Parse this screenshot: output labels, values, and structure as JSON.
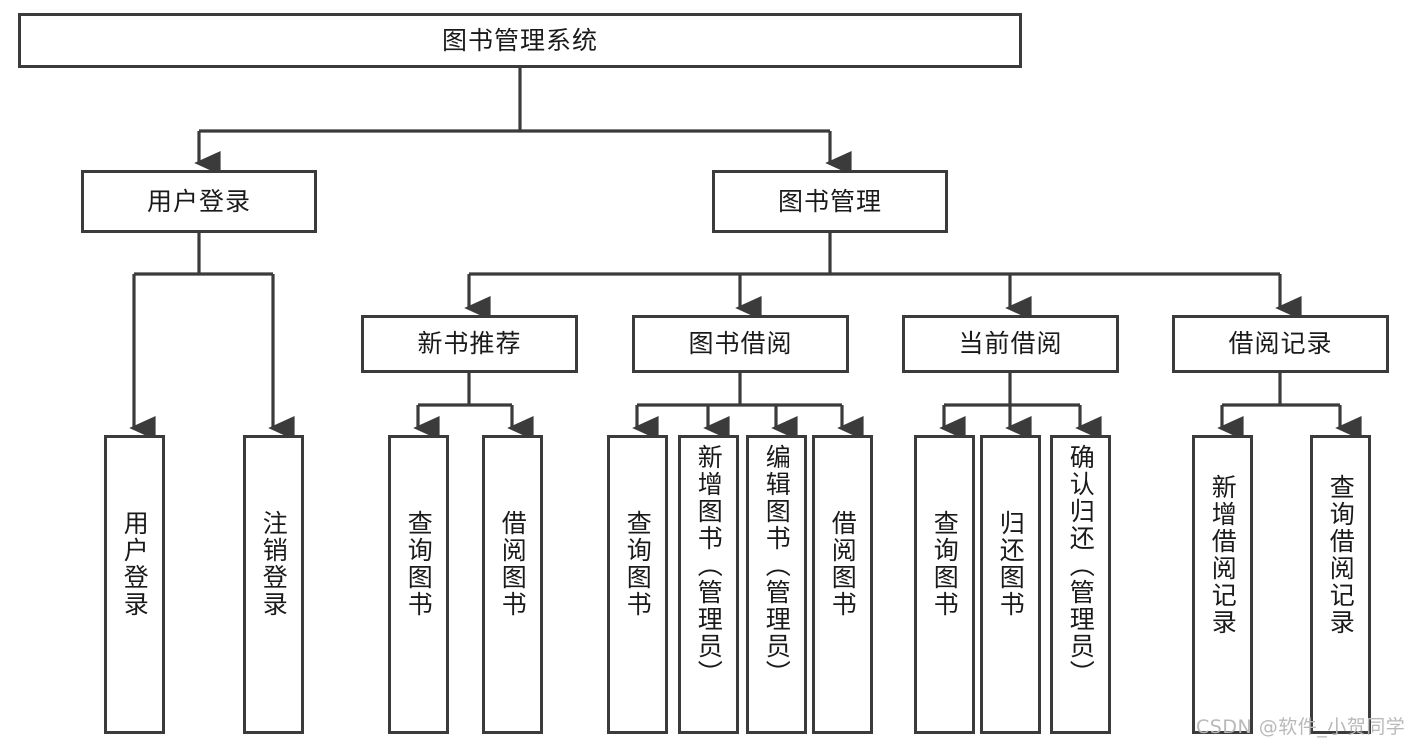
{
  "diagram": {
    "type": "tree-hierarchy",
    "title": "图书管理系统",
    "root": {
      "label": "图书管理系统"
    },
    "level2": [
      {
        "id": "user-login",
        "label": "用户登录"
      },
      {
        "id": "book-management",
        "label": "图书管理"
      }
    ],
    "level3": [
      {
        "id": "new-book-recommend",
        "label": "新书推荐",
        "parent": "book-management"
      },
      {
        "id": "book-borrow",
        "label": "图书借阅",
        "parent": "book-management"
      },
      {
        "id": "current-borrow",
        "label": "当前借阅",
        "parent": "book-management"
      },
      {
        "id": "borrow-record",
        "label": "借阅记录",
        "parent": "book-management"
      }
    ],
    "leaves": [
      {
        "id": "leaf-user-login",
        "label": "用户登录",
        "parent": "user-login"
      },
      {
        "id": "leaf-user-logout",
        "label": "注销登录",
        "parent": "user-login"
      },
      {
        "id": "leaf-query-book-1",
        "label": "查询图书",
        "parent": "new-book-recommend"
      },
      {
        "id": "leaf-borrow-book-1",
        "label": "借阅图书",
        "parent": "new-book-recommend"
      },
      {
        "id": "leaf-query-book-2",
        "label": "查询图书",
        "parent": "book-borrow"
      },
      {
        "id": "leaf-add-book",
        "label": "新增图书（管理员）",
        "parent": "book-borrow"
      },
      {
        "id": "leaf-edit-book",
        "label": "编辑图书（管理员）",
        "parent": "book-borrow"
      },
      {
        "id": "leaf-borrow-book-2",
        "label": "借阅图书",
        "parent": "book-borrow"
      },
      {
        "id": "leaf-query-book-3",
        "label": "查询图书",
        "parent": "current-borrow"
      },
      {
        "id": "leaf-return-book",
        "label": "归还图书",
        "parent": "current-borrow"
      },
      {
        "id": "leaf-confirm-return",
        "label": "确认归还（管理员）",
        "parent": "current-borrow"
      },
      {
        "id": "leaf-add-record",
        "label": "新增借阅记录",
        "parent": "borrow-record"
      },
      {
        "id": "leaf-query-record",
        "label": "查询借阅记录",
        "parent": "borrow-record"
      }
    ],
    "watermark": "CSDN @软件_小贺同学",
    "colors": {
      "stroke": "#3b3b3b",
      "fill": "#ffffff",
      "text": "#1a1a1a",
      "watermark": "#b9b9b9"
    }
  }
}
